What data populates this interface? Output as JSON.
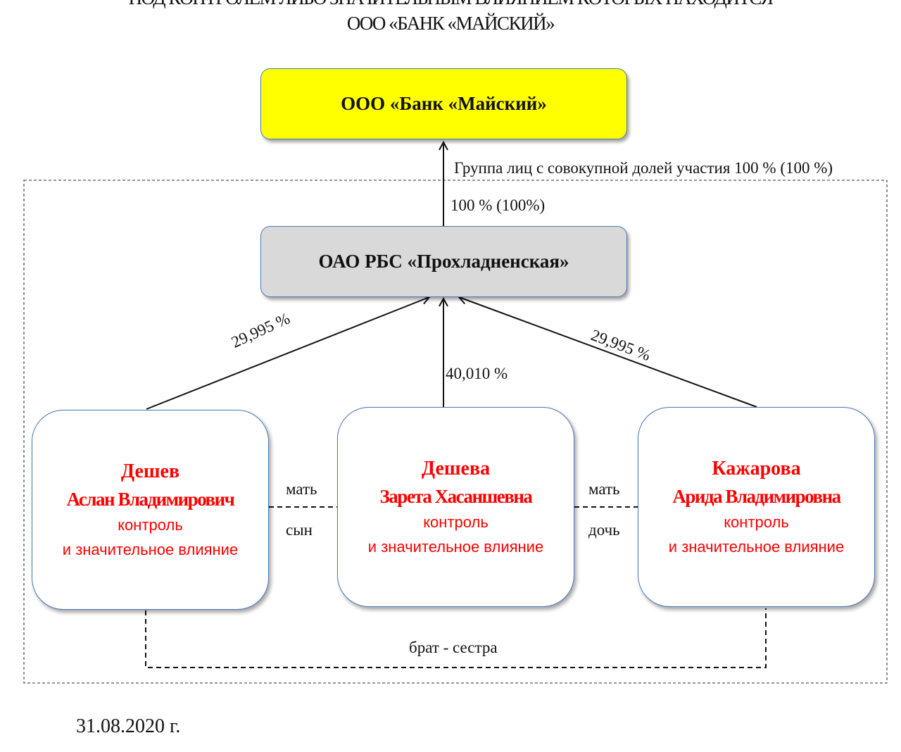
{
  "title": {
    "line1": "ПОД КОНТРОЛЕМ ЛИБО ЗНАЧИТЕЛЬНЫМ ВЛИЯНИЕМ КОТОРЫХ НАХОДИТСЯ",
    "line2": "ООО «БАНК «МАЙСКИЙ»"
  },
  "bank": {
    "name": "ООО «Банк «Майский»"
  },
  "group_label": "Группа лиц с совокупной долей участия 100 % (100 %)",
  "holding": {
    "name": "ОАО РБС «Прохладненская»",
    "share": "100 % (100%)"
  },
  "persons": [
    {
      "last_name": "Дешев",
      "first_names": "Аслан Владимирович",
      "role_line1": "контроль",
      "role_line2": "и значительное влияние",
      "share": "29,995 %"
    },
    {
      "last_name": "Дешева",
      "first_names": "Зарета Хасаншевна",
      "role_line1": "контроль",
      "role_line2": "и значительное влияние",
      "share": "40,010 %"
    },
    {
      "last_name": "Кажарова",
      "first_names": "Арида Владимировна",
      "role_line1": "контроль",
      "role_line2": "и значительное влияние",
      "share": "29,995 %"
    }
  ],
  "relations": {
    "left_top": "мать",
    "left_bottom": "сын",
    "right_top": "мать",
    "right_bottom": "дочь",
    "siblings": "брат - сестра"
  },
  "date": "31.08.2020 г.",
  "colors": {
    "bank_fill": "#ffff00",
    "holding_fill": "#d9d9d9",
    "person_text": "#ff0000",
    "box_border": "#4a7ab5"
  }
}
